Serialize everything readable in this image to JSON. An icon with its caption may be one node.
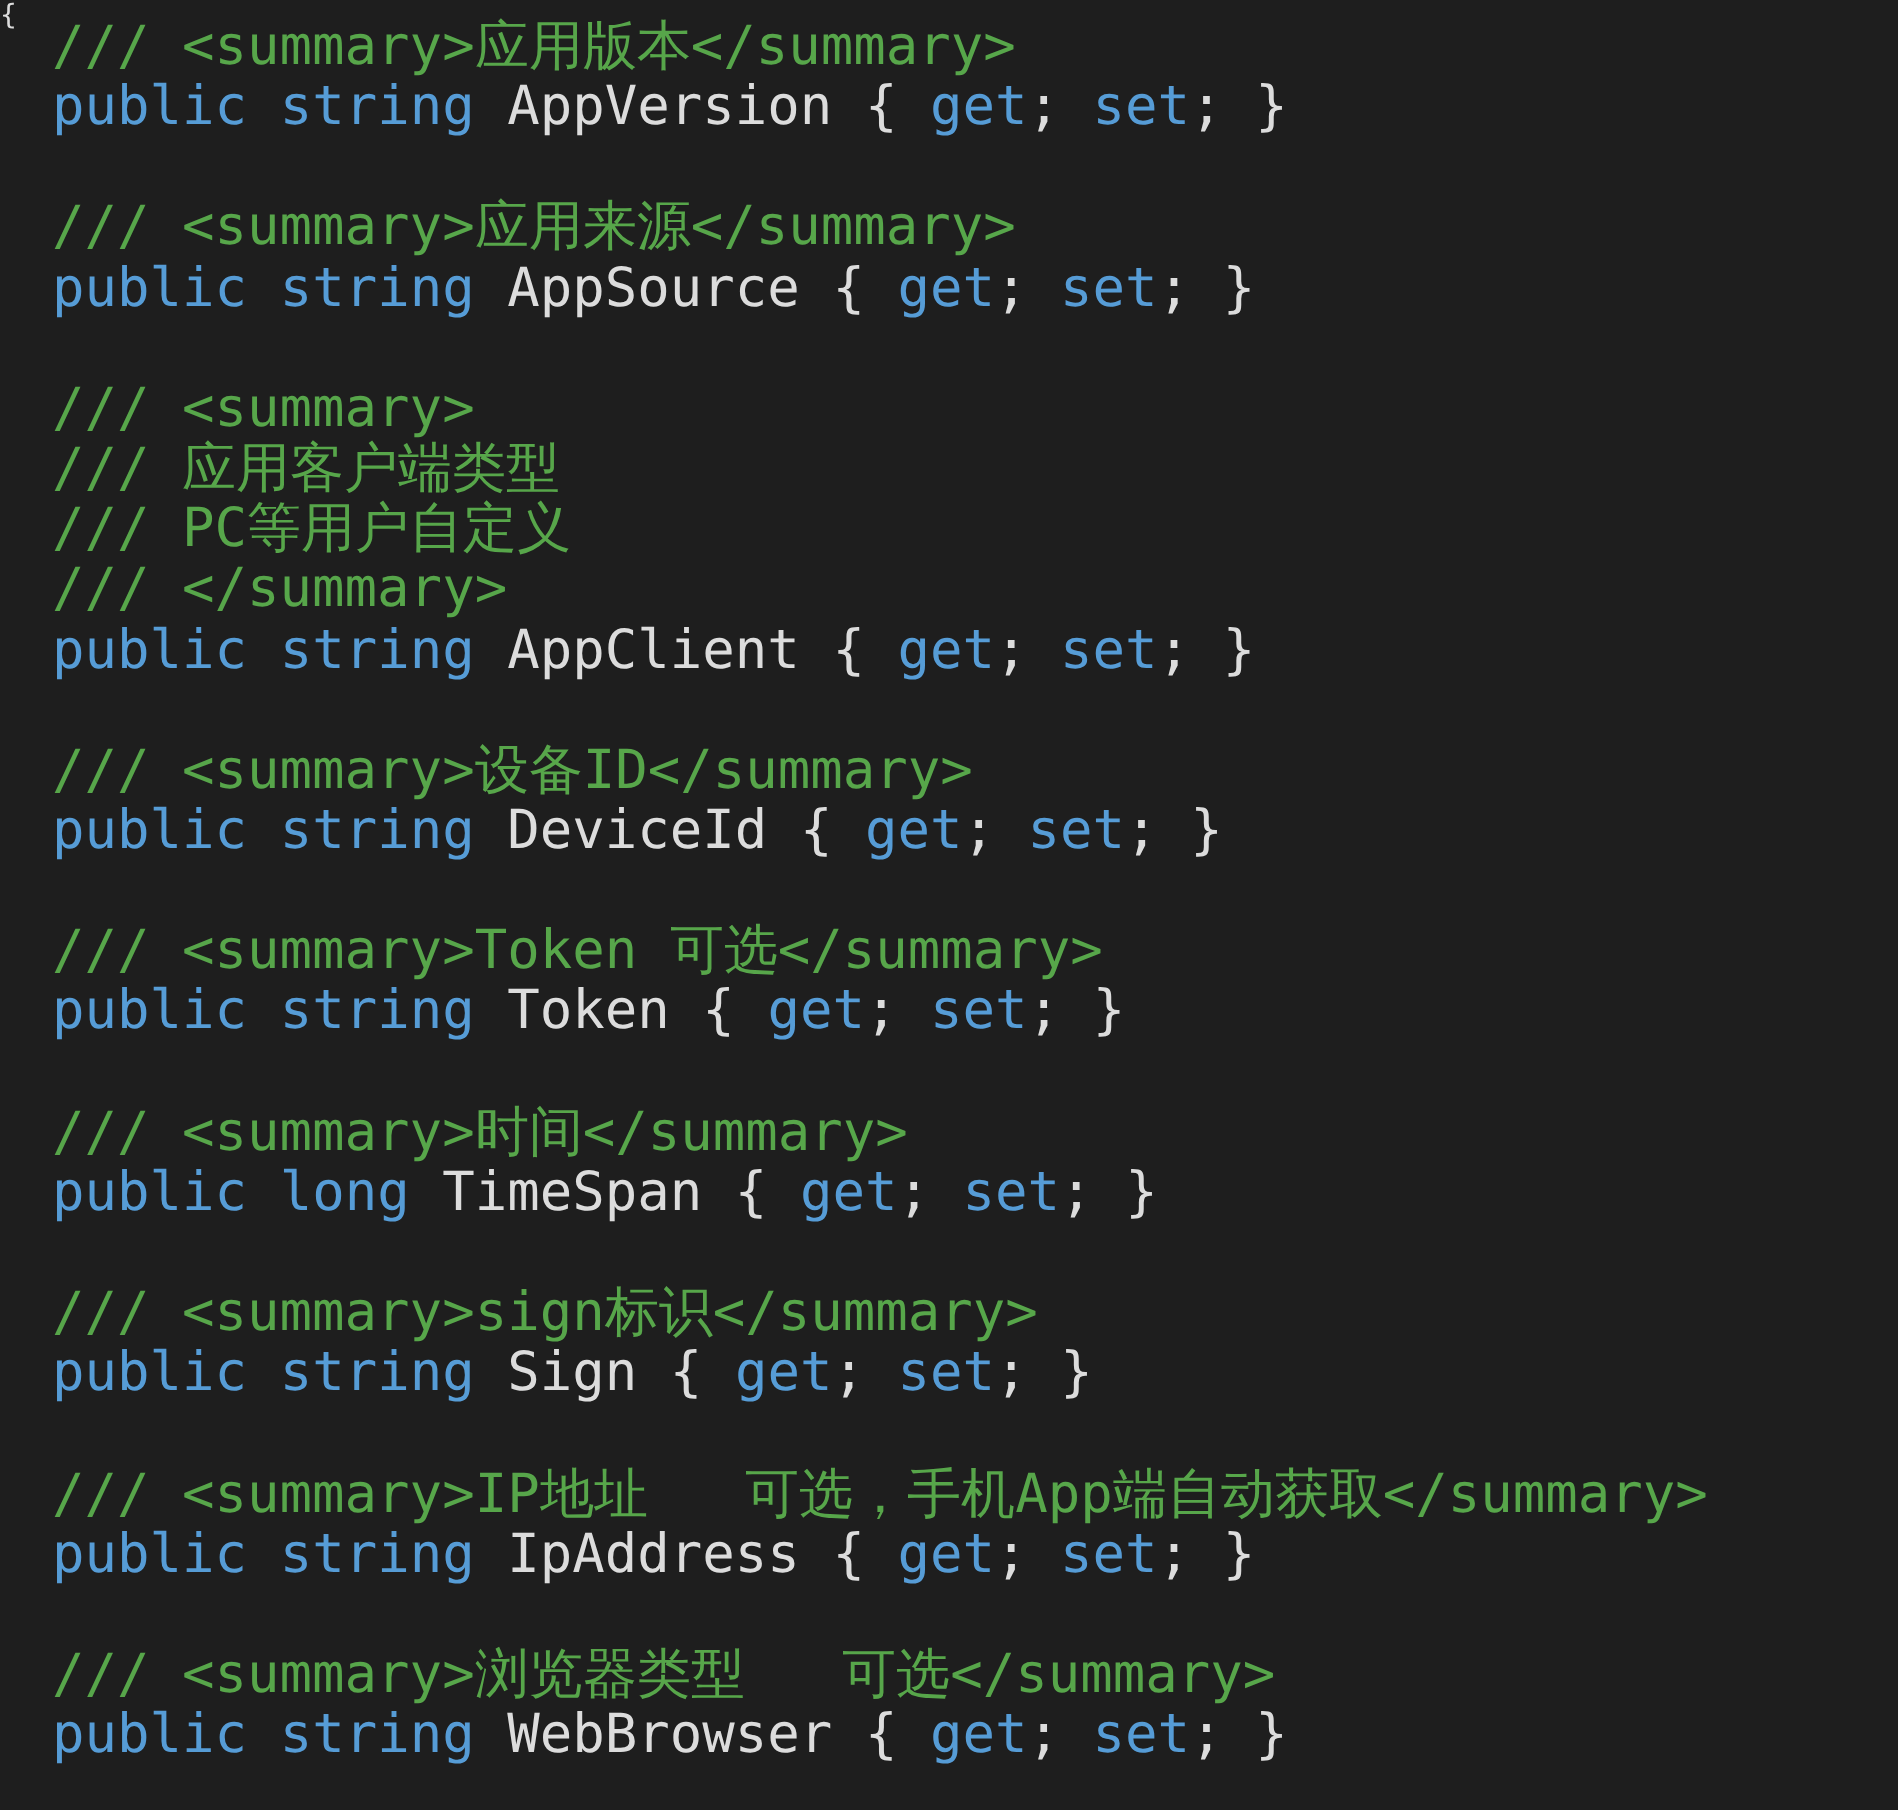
{
  "diagram": {
    "labels": [
      "{",
      "/// <summary>应用版本</summary>",
      "public string AppVersion { get; set; }",
      "/// <summary>应用来源</summary>",
      "public string AppSource { get; set; }",
      "/// <summary>",
      "/// 应用客户端类型",
      "/// PC等用户自定义",
      "/// </summary>",
      "public string AppClient { get; set; }",
      "/// <summary>设备ID</summary>",
      "public string DeviceId { get; set; }",
      "/// <summary>Token 可选</summary>",
      "public string Token { get; set; }",
      "/// <summary>时间</summary>",
      "public long TimeSpan { get; set; }",
      "/// <summary>sign标识</summary>",
      "public string Sign { get; set; }",
      "/// <summary>IP地址   可选，手机App端自动获取</summary>",
      "public string IpAddress { get; set; }",
      "/// <summary>浏览器类型   可选</summary>",
      "public string WebBrowser { get; set; }"
    ]
  }
}
